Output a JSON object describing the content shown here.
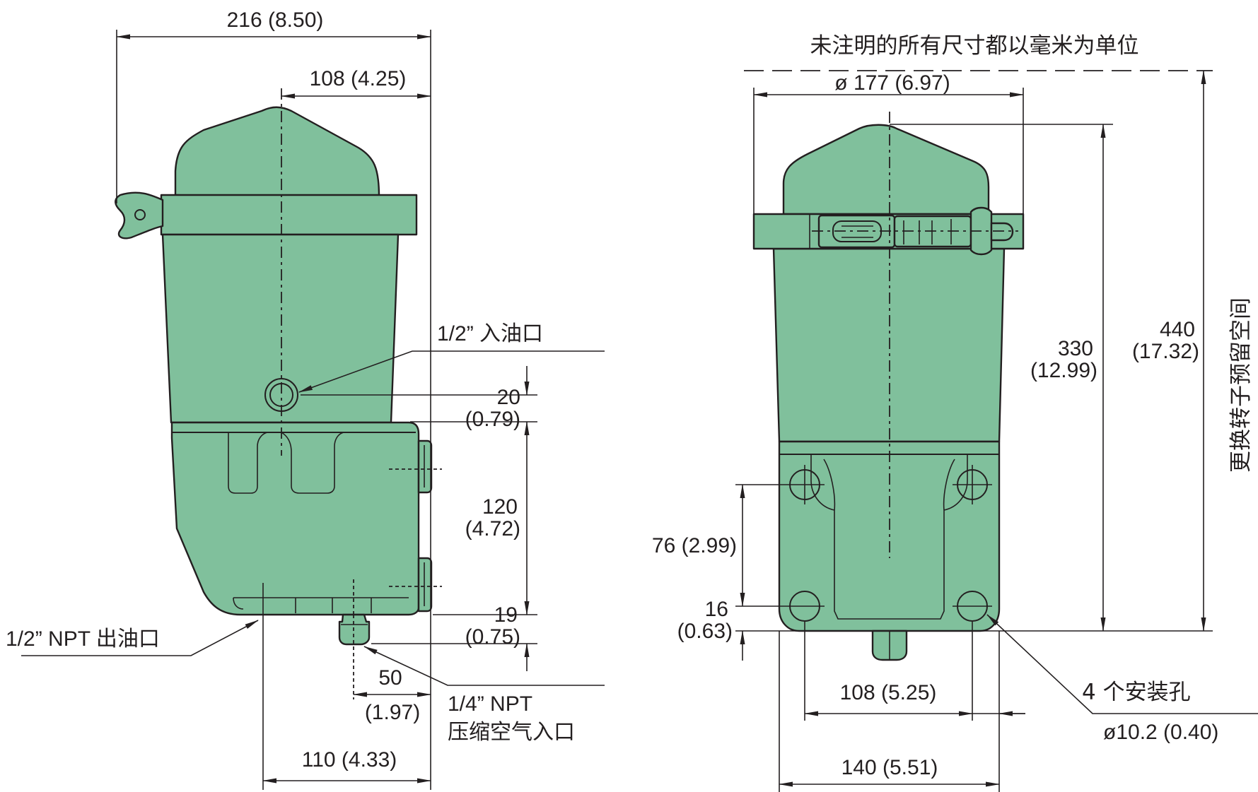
{
  "colors": {
    "body": "#80c09c",
    "stroke": "#231f20",
    "background": "#ffffff"
  },
  "side_view": {
    "width_total": "216 (8.50)",
    "width_half": "108 (4.25)",
    "inlet_label": "1/2” 入油口",
    "dim_20": "20",
    "dim_20_in": "(0.79)",
    "dim_120": "120",
    "dim_120_in": "(4.72)",
    "dim_19": "19",
    "dim_19_in": "(0.75)",
    "outlet_label": "1/2” NPT 出油口",
    "dim_50": "50",
    "dim_50_in": "(1.97)",
    "air_inlet_line1": "1/4” NPT",
    "air_inlet_line2": "压缩空气入口",
    "dim_110": "110 (4.33)"
  },
  "front_view": {
    "units_note": "未注明的所有尺寸都以毫米为单位",
    "diameter": "ø 177 (6.97)",
    "dim_330": "330",
    "dim_330_in": "(12.99)",
    "dim_440": "440",
    "dim_440_in": "(17.32)",
    "rotor_clearance": "更换转子预留空间",
    "dim_76": "76 (2.99)",
    "dim_16": "16",
    "dim_16_in": "(0.63)",
    "dim_108": "108 (5.25)",
    "holes_label": "4 个安装孔",
    "hole_dia": "ø10.2 (0.40)",
    "dim_140": "140 (5.51)"
  }
}
